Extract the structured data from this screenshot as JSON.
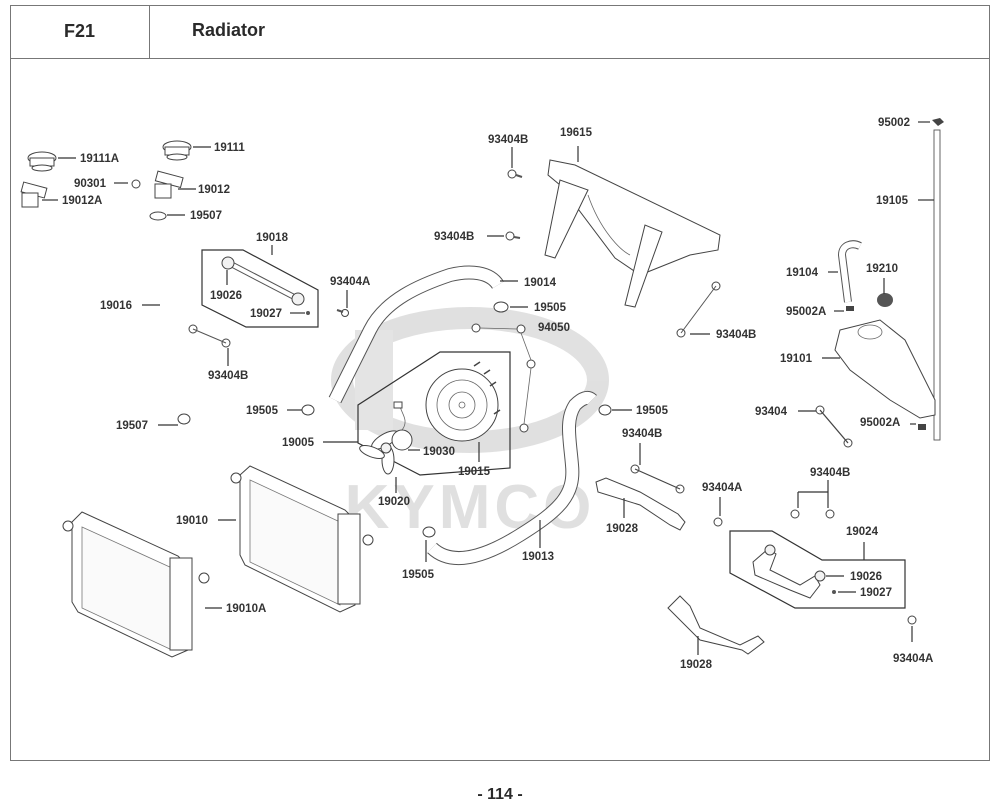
{
  "header": {
    "section_code": "F21",
    "title": "Radiator"
  },
  "footer": {
    "page_number": "- 114 -"
  },
  "watermark": {
    "brand": "KYMCO"
  },
  "parts": [
    {
      "id": "p-19111A",
      "label": "19111A"
    },
    {
      "id": "p-19111",
      "label": "19111"
    },
    {
      "id": "p-90301",
      "label": "90301"
    },
    {
      "id": "p-19012",
      "label": "19012"
    },
    {
      "id": "p-19012A",
      "label": "19012A"
    },
    {
      "id": "p-19507-top",
      "label": "19507"
    },
    {
      "id": "p-19018",
      "label": "19018"
    },
    {
      "id": "p-19026-left",
      "label": "19026"
    },
    {
      "id": "p-19027-left",
      "label": "19027"
    },
    {
      "id": "p-93404A-left",
      "label": "93404A"
    },
    {
      "id": "p-19016",
      "label": "19016"
    },
    {
      "id": "p-93404B-left",
      "label": "93404B"
    },
    {
      "id": "p-19507-bottom",
      "label": "19507"
    },
    {
      "id": "p-19505-left",
      "label": "19505"
    },
    {
      "id": "p-19005",
      "label": "19005"
    },
    {
      "id": "p-19030",
      "label": "19030"
    },
    {
      "id": "p-19015",
      "label": "19015"
    },
    {
      "id": "p-19020",
      "label": "19020"
    },
    {
      "id": "p-19010",
      "label": "19010"
    },
    {
      "id": "p-19010A",
      "label": "19010A"
    },
    {
      "id": "p-93404B-top",
      "label": "93404B"
    },
    {
      "id": "p-93404B-mid",
      "label": "93404B"
    },
    {
      "id": "p-19615",
      "label": "19615"
    },
    {
      "id": "p-19014",
      "label": "19014"
    },
    {
      "id": "p-19505-mid",
      "label": "19505"
    },
    {
      "id": "p-94050",
      "label": "94050"
    },
    {
      "id": "p-93404B-right",
      "label": "93404B"
    },
    {
      "id": "p-19505-right",
      "label": "19505"
    },
    {
      "id": "p-93404B-lowmid",
      "label": "93404B"
    },
    {
      "id": "p-19028-mid",
      "label": "19028"
    },
    {
      "id": "p-19013",
      "label": "19013"
    },
    {
      "id": "p-19505-bottom",
      "label": "19505"
    },
    {
      "id": "p-95002",
      "label": "95002"
    },
    {
      "id": "p-19105",
      "label": "19105"
    },
    {
      "id": "p-19104",
      "label": "19104"
    },
    {
      "id": "p-19210",
      "label": "19210"
    },
    {
      "id": "p-95002A-top",
      "label": "95002A"
    },
    {
      "id": "p-19101",
      "label": "19101"
    },
    {
      "id": "p-93404",
      "label": "93404"
    },
    {
      "id": "p-95002A-bottom",
      "label": "95002A"
    },
    {
      "id": "p-93404A-mid",
      "label": "93404A"
    },
    {
      "id": "p-93404B-pair",
      "label": "93404B"
    },
    {
      "id": "p-19024",
      "label": "19024"
    },
    {
      "id": "p-19026-right",
      "label": "19026"
    },
    {
      "id": "p-19027-right",
      "label": "19027"
    },
    {
      "id": "p-19028-bottom",
      "label": "19028"
    },
    {
      "id": "p-93404A-bottom",
      "label": "93404A"
    }
  ]
}
